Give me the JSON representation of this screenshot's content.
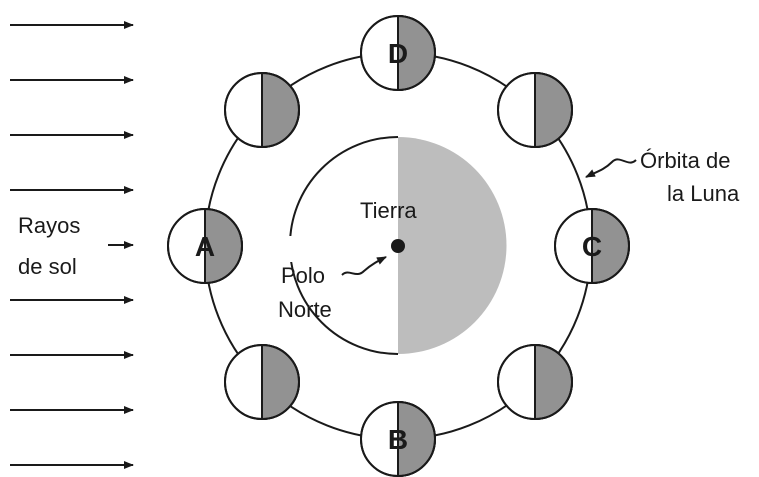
{
  "labels": {
    "sun_rays_line1": "Rayos",
    "sun_rays_line2": "de sol",
    "earth": "Tierra",
    "pole_line1": "Polo",
    "pole_line2": "Norte",
    "orbit_line1": "Órbita de",
    "orbit_line2": "la Luna"
  },
  "moon_positions": {
    "top": "D",
    "left": "A",
    "right": "C",
    "bottom": "B"
  },
  "colors": {
    "dark_half": "#929292",
    "earth_shadow": "#bdbdbd",
    "line": "#1a1a1a"
  }
}
